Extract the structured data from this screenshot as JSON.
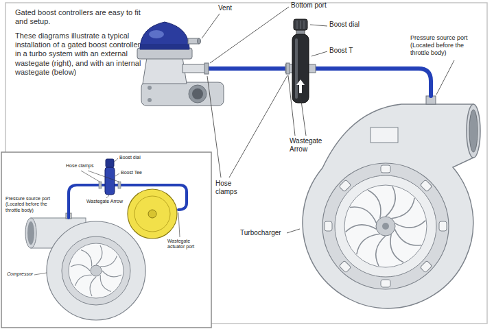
{
  "diagram": {
    "labels": [
      "Gated boost controllers are easy to fit and setup.",
      "These diagrams illustrate a typical installation of a gated boost controller in a turbo system with an external wastegate (right), and with an internal wastegate (below)",
      "Vent",
      "Bottom port",
      "Boost dial",
      "Boost T",
      "Pressure source port (Located before the throttle body)",
      "Wastegate Arrow",
      "Hose clamps",
      "Turbocharger",
      "Boost dial",
      "Hose clamps",
      "Boost Tee",
      "Wastegate Arrow",
      "Pressure source port (Located before the throttle body)",
      "Wastegate actuator port",
      "Compressor"
    ]
  }
}
